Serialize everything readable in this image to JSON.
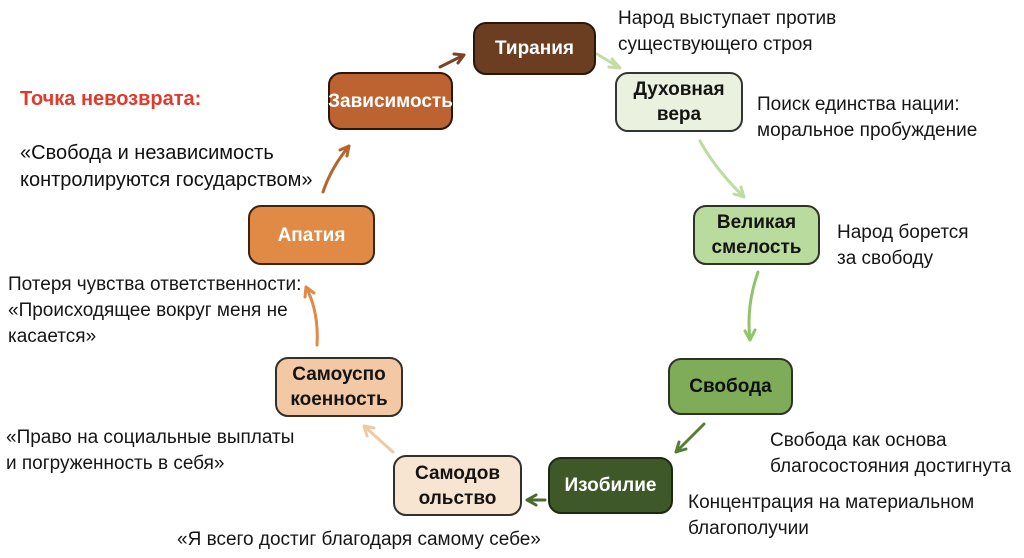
{
  "diagram": {
    "background": "#ffffff"
  },
  "nodes": [
    {
      "id": "tyranny",
      "label": "Тирания",
      "bg": "#6B3E21",
      "fg": "#FFFFFF",
      "border": "#2A170B"
    },
    {
      "id": "spiritual-faith",
      "label": "Духовная\nвера",
      "bg": "#EAF1DE",
      "fg": "#141414",
      "border": "#33352f"
    },
    {
      "id": "great-courage",
      "label": "Великая\nсмелость",
      "bg": "#BADB9E",
      "fg": "#141414",
      "border": "#2e3328"
    },
    {
      "id": "freedom",
      "label": "Свобода",
      "bg": "#7FAC58",
      "fg": "#101010",
      "border": "#2e3328"
    },
    {
      "id": "abundance",
      "label": "Изобилие",
      "bg": "#3F5827",
      "fg": "#FFFFFF",
      "border": "#1d2a10"
    },
    {
      "id": "smugness",
      "label": "Самодов\nольство",
      "bg": "#F7E5D2",
      "fg": "#141414",
      "border": "#33302b"
    },
    {
      "id": "complacency",
      "label": "Самоуспо\nкоенность",
      "bg": "#F2C9A4",
      "fg": "#141414",
      "border": "#33302b"
    },
    {
      "id": "apathy",
      "label": "Апатия",
      "bg": "#E08A46",
      "fg": "#FFFFFF",
      "border": "#40230e"
    },
    {
      "id": "dependence",
      "label": "Зависимость",
      "bg": "#BC6331",
      "fg": "#FFFFFF",
      "border": "#2A170B"
    }
  ],
  "annotations": [
    {
      "id": "uprising",
      "text": "Народ выступает против\nсуществующего строя"
    },
    {
      "id": "unity",
      "text": "Поиск единства нации:\nморальное пробуждение"
    },
    {
      "id": "fight",
      "text": "Народ борется\nза свободу"
    },
    {
      "id": "prosperity",
      "text": "Свобода как основа\nблагосостояния достигнута"
    },
    {
      "id": "material",
      "text": "Концентрация на материальном\nблагополучии"
    },
    {
      "id": "self-made",
      "text": "«Я всего достиг благодаря самому себе»"
    },
    {
      "id": "entitlement",
      "text": "«Право на социальные выплаты\nи погруженность в себя»"
    },
    {
      "id": "responsibility",
      "text": "Потеря чувства ответственности:\n «Происходящее вокруг меня не\nкасается»"
    }
  ],
  "point_of_no_return": {
    "heading": "Точка невозврата:",
    "heading_color": "#E1392C",
    "body": "«Свобода и независимость\nконтролируются государством»"
  },
  "arrows": [
    {
      "from": "tyranny",
      "to": "spiritual-faith",
      "color": "#C3DCA7"
    },
    {
      "from": "spiritual-faith",
      "to": "great-courage",
      "color": "#BCDCA0"
    },
    {
      "from": "great-courage",
      "to": "freedom",
      "color": "#8FC468"
    },
    {
      "from": "freedom",
      "to": "abundance",
      "color": "#567F35"
    },
    {
      "from": "abundance",
      "to": "smugness",
      "color": "#4A6B2A"
    },
    {
      "from": "smugness",
      "to": "complacency",
      "color": "#F0C8A2"
    },
    {
      "from": "complacency",
      "to": "apathy",
      "color": "#E08A45"
    },
    {
      "from": "apathy",
      "to": "dependence",
      "color": "#B4662F"
    },
    {
      "from": "dependence",
      "to": "tyranny",
      "color": "#7A4526"
    }
  ]
}
